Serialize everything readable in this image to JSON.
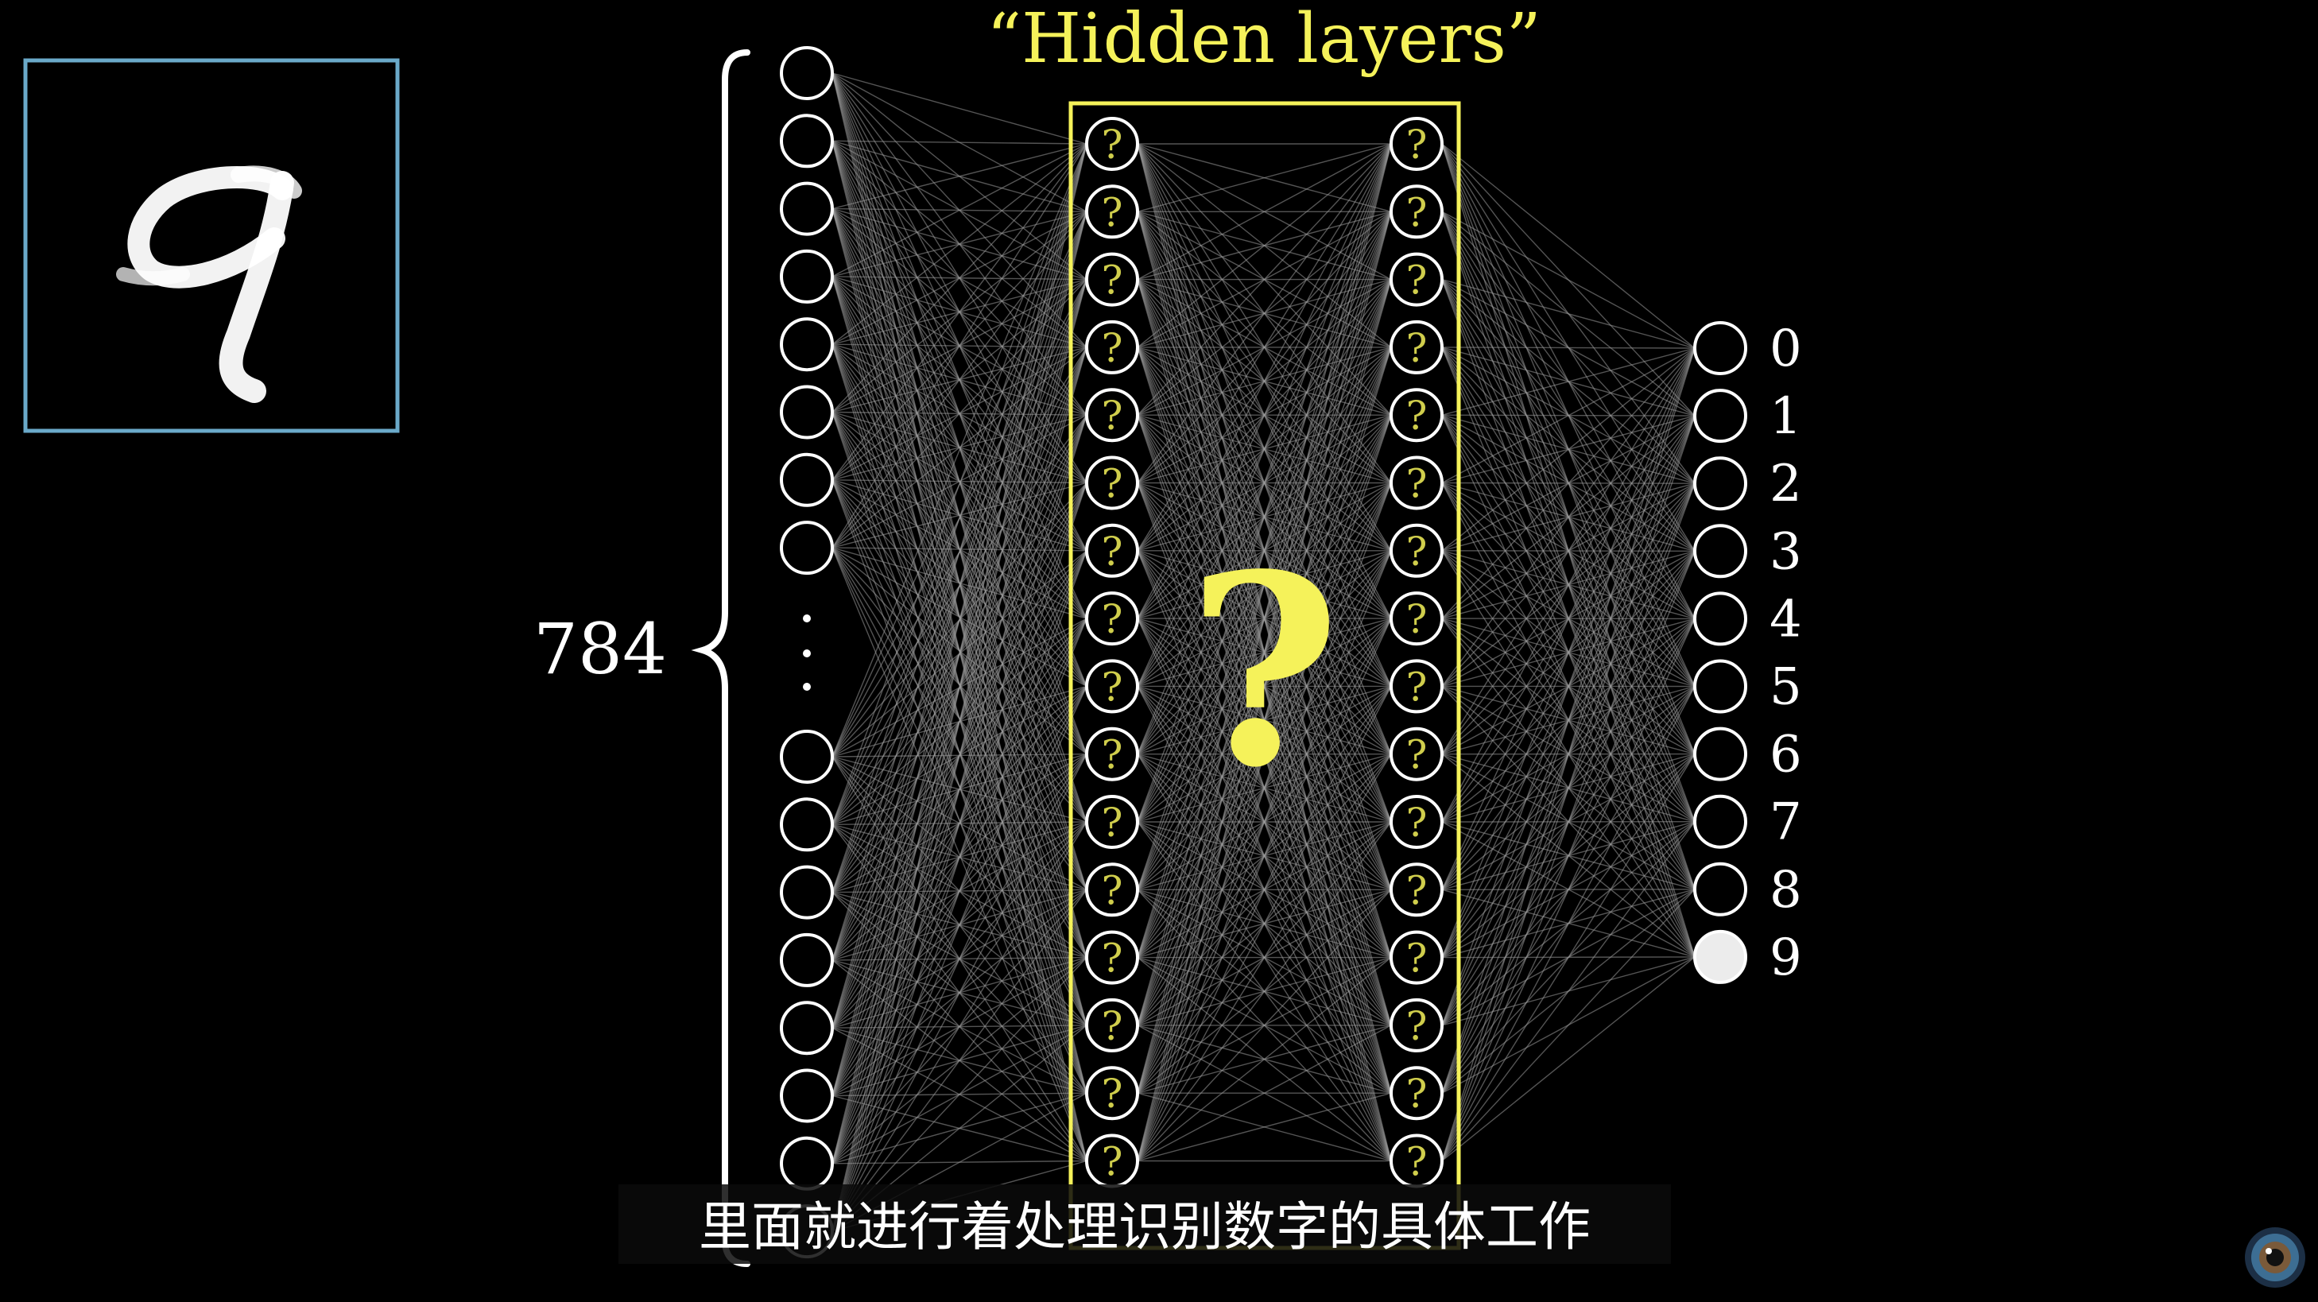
{
  "title": "“Hidden layers”",
  "input_count_label": "784",
  "ellipsis": "⋮",
  "big_question": "?",
  "neuron_question": "?",
  "output_labels": [
    "0",
    "1",
    "2",
    "3",
    "4",
    "5",
    "6",
    "7",
    "8",
    "9"
  ],
  "active_output_index": 9,
  "subtitle": "里面就进行着处理识别数字的具体工作",
  "digit_image": {
    "digit": "9"
  },
  "colors": {
    "background": "#000000",
    "highlight": "#f5f25a",
    "frame_border": "#6aa9c9",
    "neuron_stroke": "#ffffff",
    "edge": "#9a9a9a",
    "question_fill": "#f5f25a"
  },
  "network": {
    "input_neurons_visible": 16,
    "hidden_layer_1_neurons": 16,
    "hidden_layer_2_neurons": 16,
    "output_neurons": 10
  }
}
